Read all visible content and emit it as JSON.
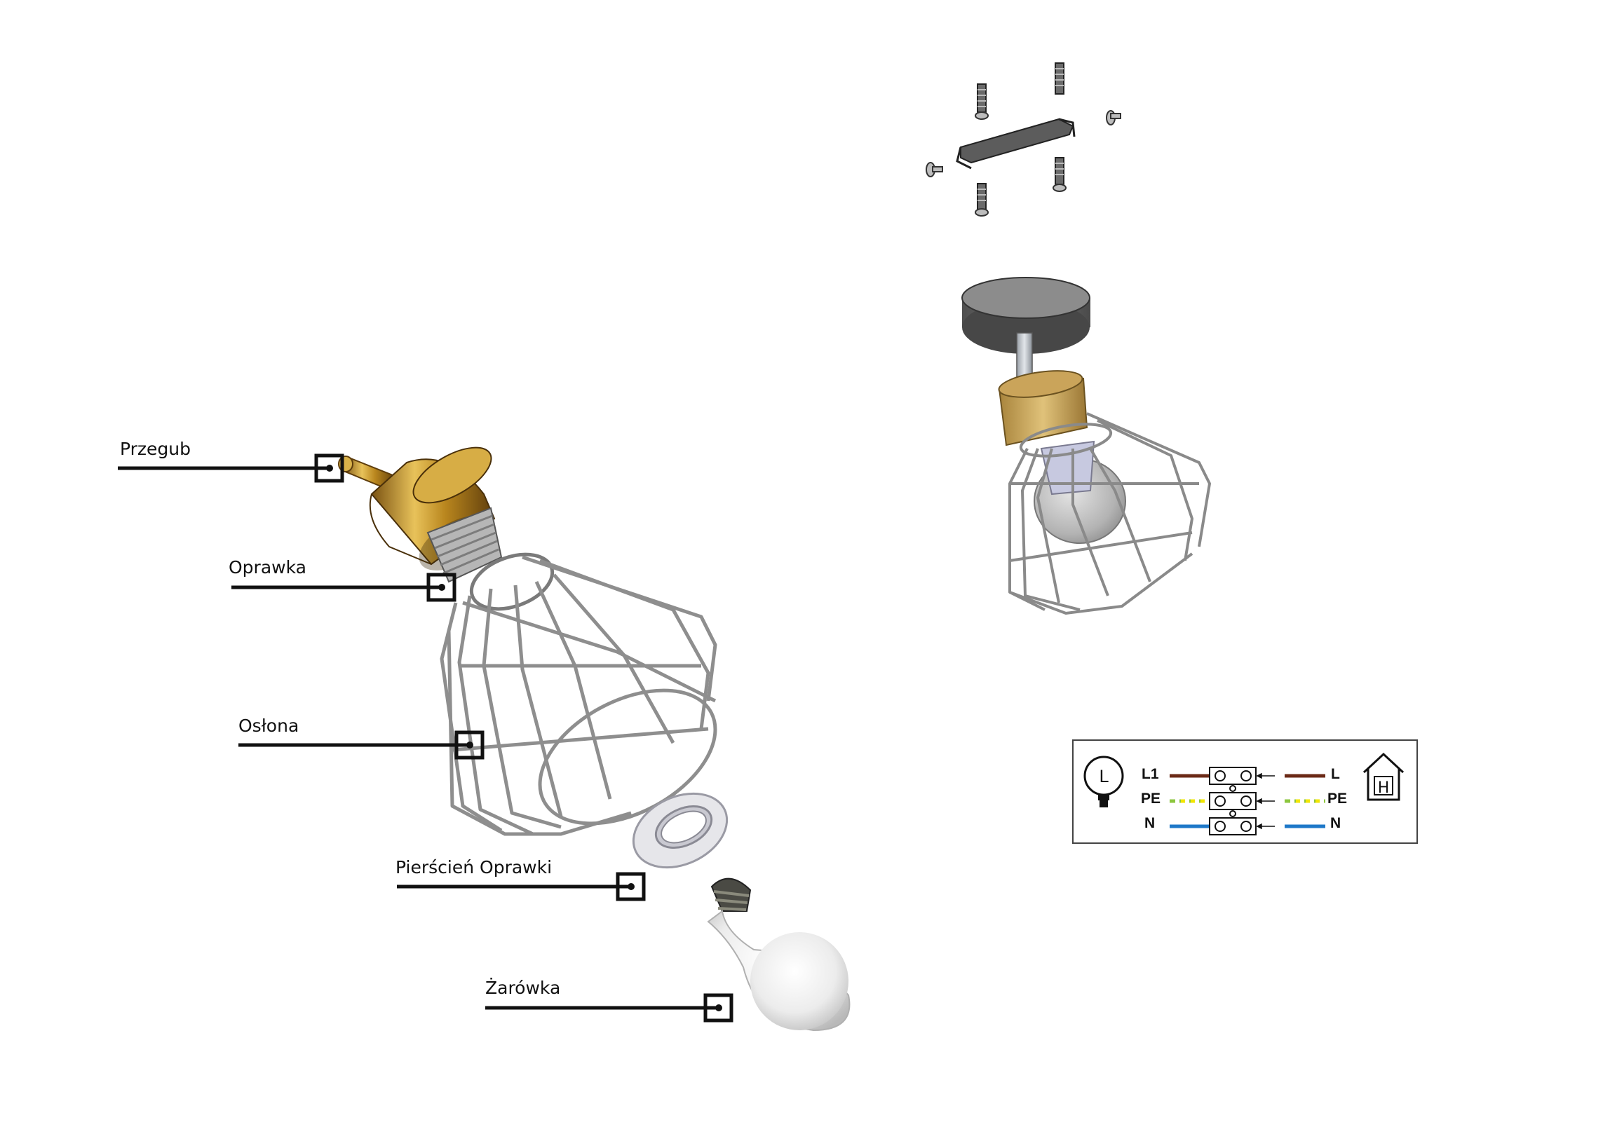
{
  "labels": {
    "joint": "Przegub",
    "socket": "Oprawka",
    "shade": "Osłona",
    "socket_ring": "Pierścień Oprawki",
    "bulb": "Żarówka"
  },
  "wiring": {
    "left": {
      "l1": "L1",
      "pe": "PE",
      "n": "N"
    },
    "right": {
      "l": "L",
      "pe": "PE",
      "n": "N"
    },
    "lamp_symbol": "L",
    "house_symbol": "H"
  },
  "colors": {
    "line_wire": "#6b2a16",
    "pe_green": "#8cc63f",
    "pe_yellow": "#f2e600",
    "neutral_wire": "#1e78c8",
    "brass": "#c9962a",
    "cage": "#8e8e8e",
    "canopy": "#6f6f6f"
  }
}
